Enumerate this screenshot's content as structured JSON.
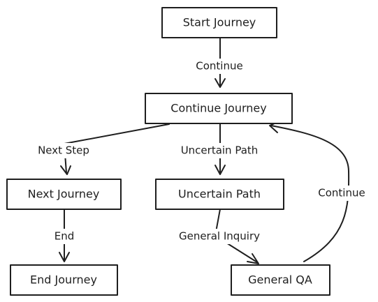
{
  "diagram": {
    "nodes": {
      "start": "Start Journey",
      "continue": "Continue Journey",
      "next": "Next Journey",
      "uncertain": "Uncertain Path",
      "end": "End Journey",
      "general_qa": "General QA"
    },
    "edges": {
      "start_to_continue": "Continue",
      "continue_to_next": "Next Step",
      "continue_to_uncertain": "Uncertain Path",
      "next_to_end": "End",
      "uncertain_to_qa": "General Inquiry",
      "qa_to_continue": "Continue"
    }
  }
}
